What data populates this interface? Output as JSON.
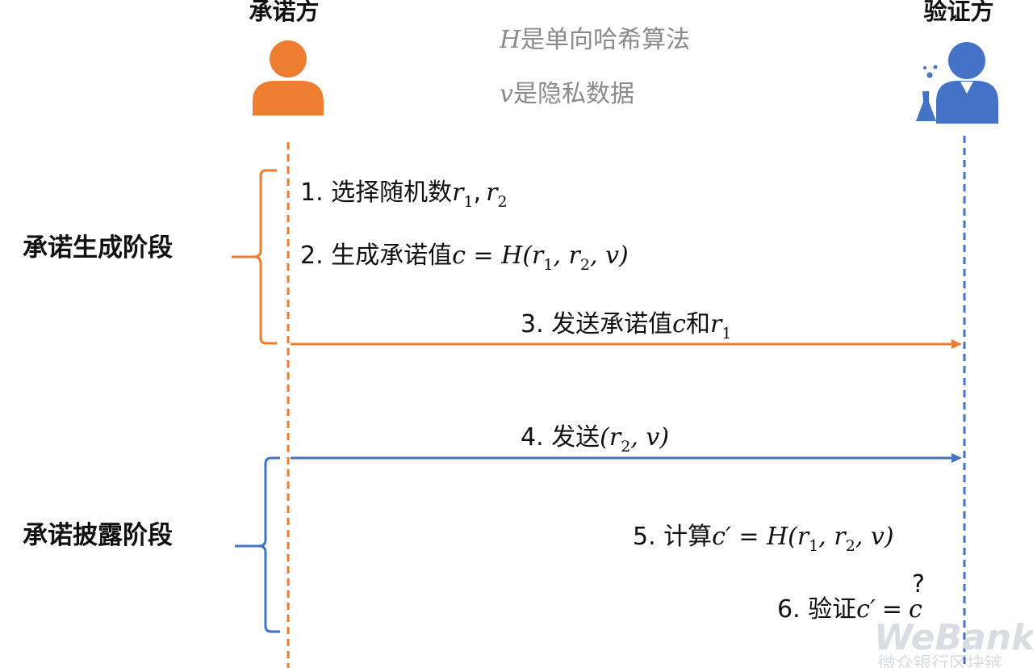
{
  "actors": {
    "committer": {
      "label": "承诺方",
      "color": "#ED7D31"
    },
    "verifier": {
      "label": "验证方",
      "color": "#4472C4"
    }
  },
  "notes": {
    "hash": {
      "symbol": "H",
      "text": "是单向哈希算法"
    },
    "secret": {
      "symbol": "v",
      "text": "是隐私数据"
    }
  },
  "phases": {
    "commit": {
      "label": "承诺生成阶段",
      "color": "#ED7D31"
    },
    "reveal": {
      "label": "承诺披露阶段",
      "color": "#4472C4"
    }
  },
  "steps": {
    "s1": {
      "prefix": "1. 选择随机数",
      "math": "r",
      "sub1": "1",
      "sep": ",",
      "math2": "r",
      "sub2": "2"
    },
    "s2": {
      "prefix": "2. 生成承诺值",
      "formula_lhs": "c = H(r",
      "sub1": "1",
      "mid": ", r",
      "sub2": "2",
      "tail": ", v)"
    },
    "s3": {
      "prefix": "3. 发送承诺值",
      "math": "c",
      "and": "和",
      "math2": "r",
      "sub": "1"
    },
    "s4": {
      "prefix": "4. 发送",
      "open": "(r",
      "sub": "2",
      "tail": ", v)"
    },
    "s5": {
      "prefix": "5. 计算",
      "formula_lhs": "c′ = H(r",
      "sub1": "1",
      "mid": ", r",
      "sub2": "2",
      "tail": ", v)"
    },
    "s6": {
      "prefix": "6. 验证",
      "lhs": "c′",
      "question": "?",
      "eq": "=",
      "rhs": "c"
    }
  },
  "watermark": {
    "brand": "WeBank",
    "subtitle": "微众银行区块链"
  }
}
